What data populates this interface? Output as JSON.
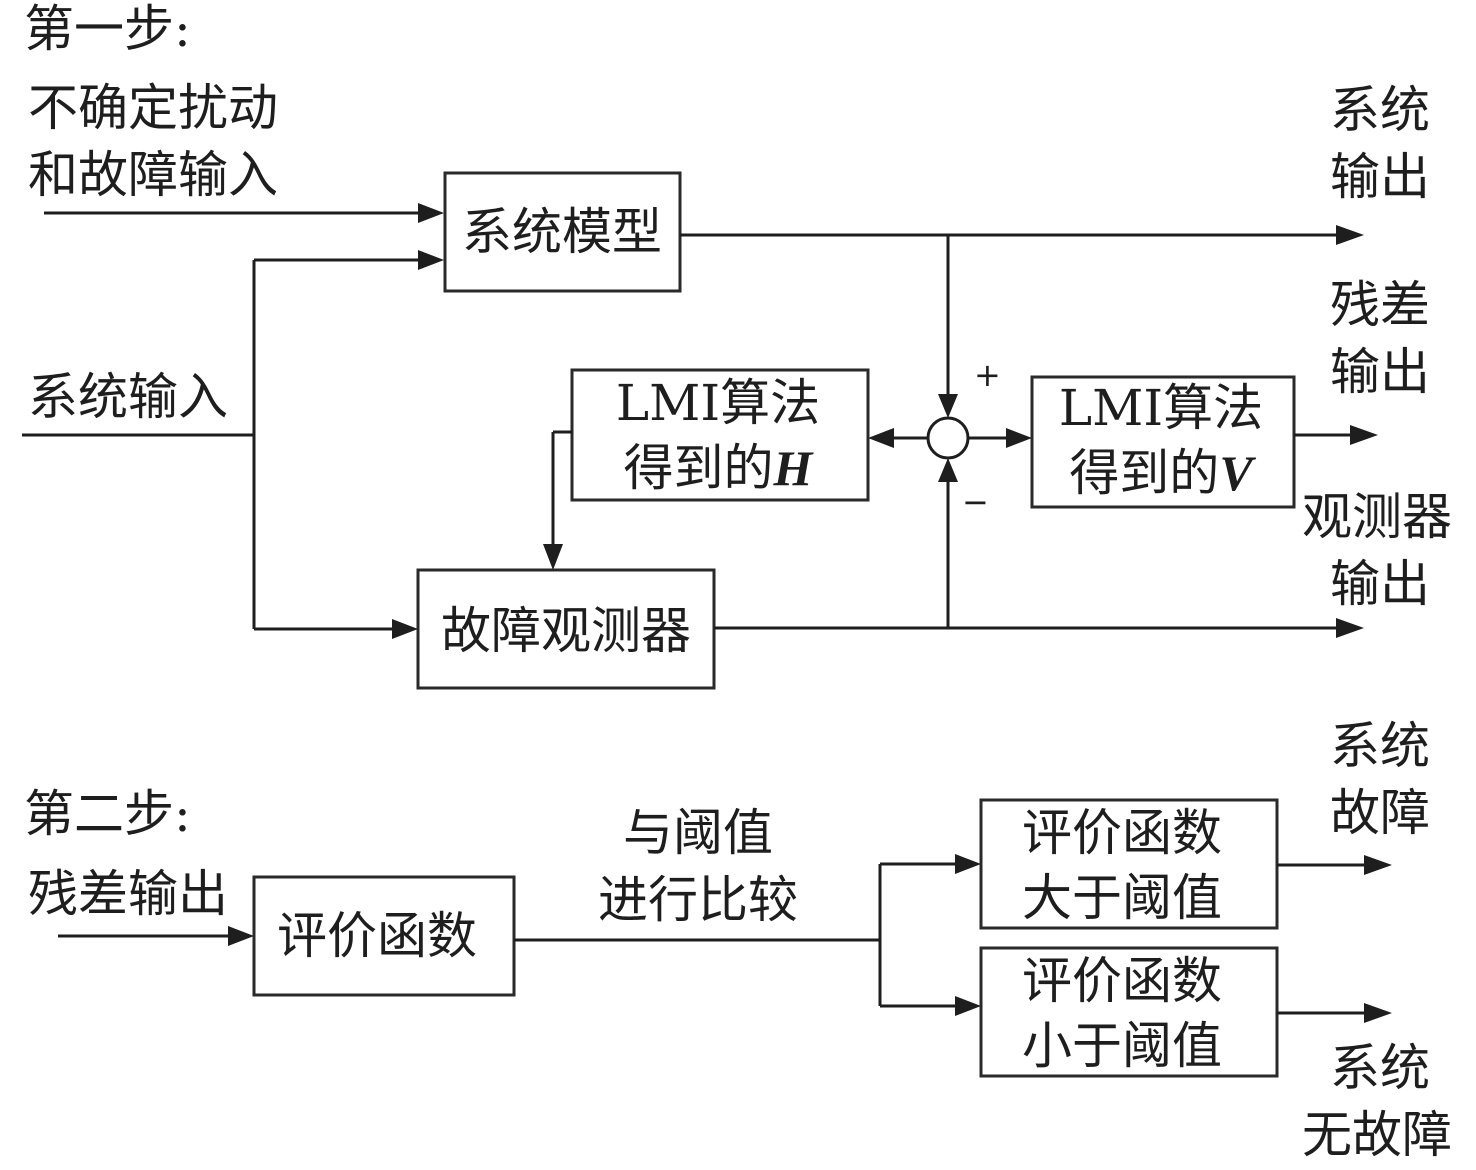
{
  "step1": {
    "title": "第一步:",
    "input_disturbance": [
      "不确定扰动",
      "和故障输入"
    ],
    "system_input": "系统输入",
    "system_model": "系统模型",
    "lmi_h": {
      "line1": "LMI算法",
      "line2": "得到的",
      "symbol": "H"
    },
    "lmi_v": {
      "line1": "LMI算法",
      "line2": "得到的",
      "symbol": "V"
    },
    "fault_observer": "故障观测器",
    "plus_sign": "+",
    "minus_sign": "−",
    "out_system": [
      "系统",
      "输出"
    ],
    "out_residual": [
      "残差",
      "输出"
    ],
    "out_observer": [
      "观测器",
      "输出"
    ]
  },
  "step2": {
    "title": "第二步:",
    "residual_input": "残差输出",
    "evaluation_function": "评价函数",
    "compare": [
      "与阈值",
      "进行比较"
    ],
    "greater": [
      "评价函数",
      "大于阈值"
    ],
    "less": [
      "评价函数",
      "小于阈值"
    ],
    "out_fault": [
      "系统",
      "故障"
    ],
    "out_no_fault": [
      "系统",
      "无故障"
    ]
  }
}
